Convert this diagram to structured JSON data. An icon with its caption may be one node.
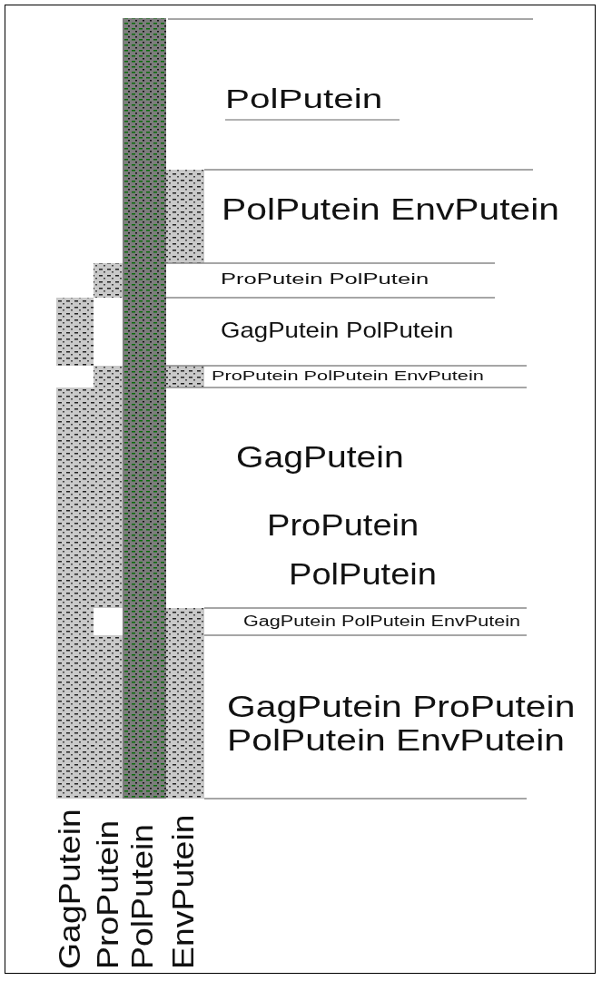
{
  "diagram": {
    "labels": [
      "PolPutein",
      "PolPutein EnvPutein",
      "ProPutein PolPutein",
      "GagPutein PolPutein",
      "ProPutein PolPutein EnvPutein",
      "GagPutein",
      "ProPutein",
      "PolPutein",
      "GagPutein PolPutein EnvPutein",
      "GagPutein ProPutein PolPutein EnvPutein",
      "GagPutein",
      "ProPutein",
      "PolPutein",
      "EnvPutein"
    ]
  }
}
